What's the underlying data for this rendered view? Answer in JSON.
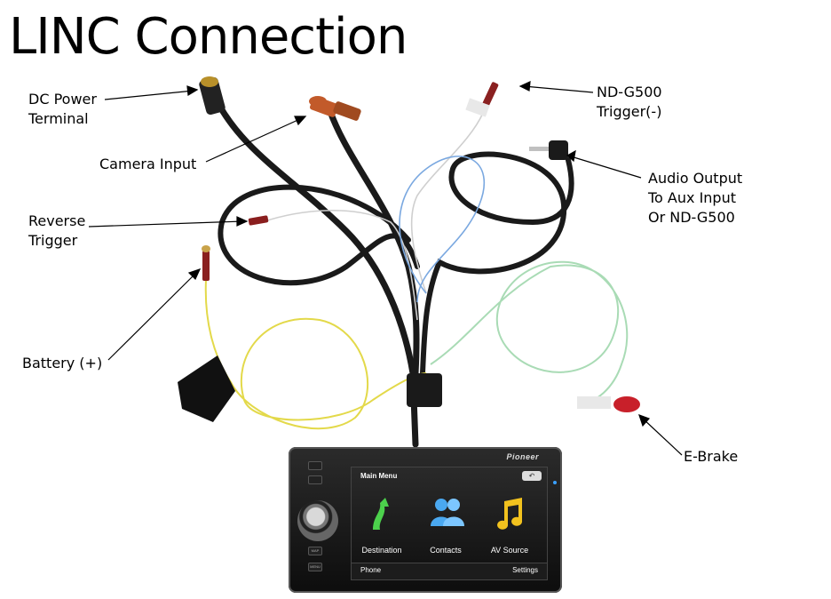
{
  "title": "LINC Connection",
  "labels": {
    "dc_power": [
      "DC Power",
      "Terminal"
    ],
    "camera_input": "Camera Input",
    "reverse_trigger": [
      "Reverse",
      "Trigger"
    ],
    "battery": "Battery (+)",
    "ndg500_trigger": [
      "ND-G500",
      "Trigger(-)"
    ],
    "audio_output": [
      "Audio Output",
      "To Aux Input",
      "Or ND-G500"
    ],
    "ebrake": "E-Brake"
  },
  "head_unit": {
    "brand": "Pioneer",
    "screen_title": "Main Menu",
    "menu_items": [
      "Destination",
      "Contacts",
      "AV Source"
    ],
    "bottom_left": "Phone",
    "bottom_right": "Settings",
    "side_buttons": [
      "MAP",
      "MENU"
    ]
  },
  "colors": {
    "cable_black": "#1a1a1a",
    "wire_yellow": "#e3d94a",
    "wire_green": "#a9dbb5",
    "wire_white": "#d8d8d8",
    "wire_blue": "#7aa8e0",
    "rca_orange": "#c25a2a",
    "connector_red": "#c8202a"
  }
}
